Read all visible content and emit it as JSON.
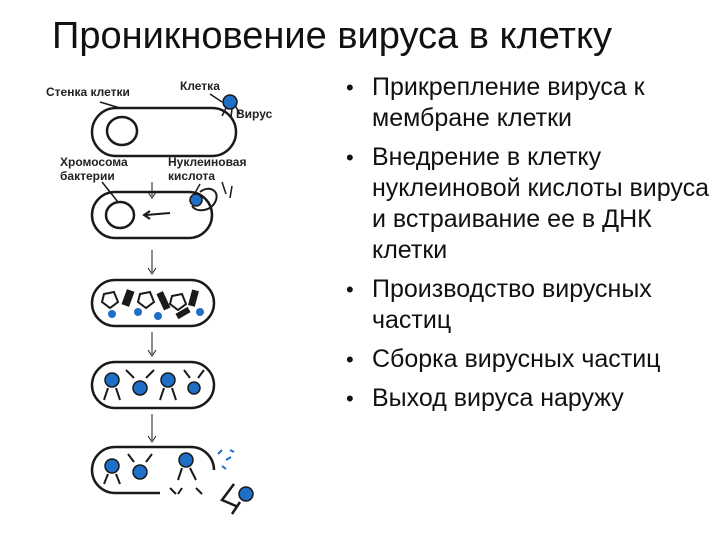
{
  "title": "Проникновение вируса в клетку",
  "diagram": {
    "labels": {
      "cell_wall": "Стенка клетки",
      "cell": "Клетка",
      "virus": "Вирус",
      "chromosome_line1": "Хромосома",
      "chromosome_line2": "бактерии",
      "nucleic_line1": "Нуклеиновая",
      "nucleic_line2": "кислота"
    },
    "colors": {
      "blue": "#1e6fc8",
      "ink": "#1a1a1a"
    }
  },
  "bullets": [
    "Прикрепление вируса к мембране клетки",
    "Внедрение в клетку нуклеиновой кислоты вируса и встраивание ее в ДНК клетки",
    "Производство вирусных частиц",
    "Сборка вирусных частиц",
    "Выход вируса наружу"
  ]
}
